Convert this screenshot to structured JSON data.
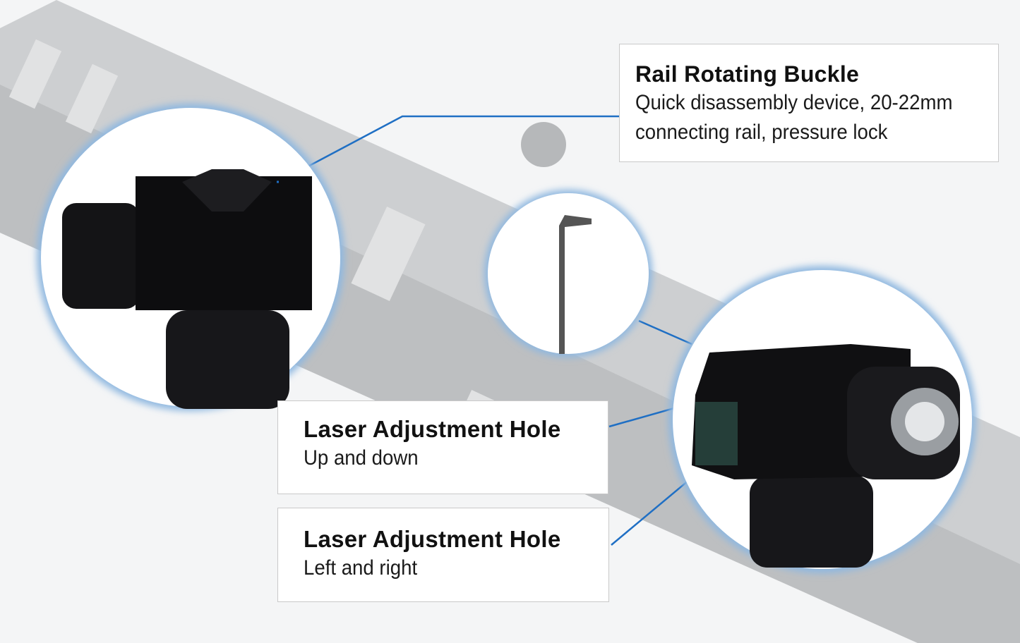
{
  "callouts": [
    {
      "title": "Rail Rotating Buckle",
      "lines": [
        "Quick disassembly device, 20-22mm",
        "connecting rail, pressure lock"
      ]
    },
    {
      "title": "Laser Adjustment Hole",
      "lines": [
        "Up and down"
      ]
    },
    {
      "title": "Laser Adjustment Hole",
      "lines": [
        "Left and right"
      ]
    }
  ],
  "colors": {
    "leader_line": "#1f6fc4",
    "circle_glow": "#8fb8e0",
    "rail": "#c4c6c8"
  }
}
